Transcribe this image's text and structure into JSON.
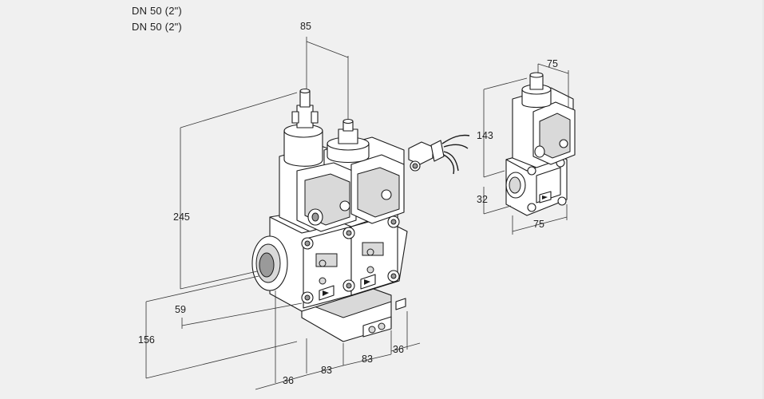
{
  "titles": [
    "DN 50 (2\")",
    "DN 50 (2\")"
  ],
  "dimensions": {
    "main_width_top": "85",
    "main_height": "245",
    "main_inlet_height": "59",
    "main_total_height": "156",
    "main_offset": "36",
    "main_length_1": "83",
    "main_length_2": "83",
    "main_side": "36",
    "side_top_width": "75",
    "side_height": "143",
    "side_base_height": "32",
    "side_bottom_width": "75"
  }
}
